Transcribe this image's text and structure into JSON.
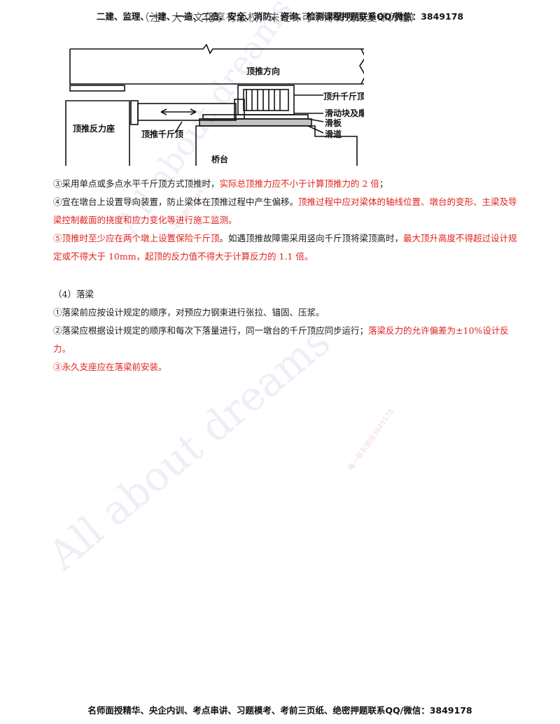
{
  "header": {
    "notice": "（注：大一文化享有版权，未经许可不得转发或复印传播）",
    "ad": "二建、监理、一建、一造、二造、安全、消防、咨询、检测课程押题联系QQ/微信：3849178"
  },
  "figure": {
    "labels": {
      "push_direction": "顶推方向",
      "lift_jack": "顶升千斤顶",
      "slider_pad": "滑动块及摩擦垫",
      "slide_plate": "滑板",
      "slide_track": "滑道",
      "reaction_seat": "顶推反力座",
      "push_jack": "顶推千斤顶",
      "abutment": "桥台"
    }
  },
  "paragraphs": {
    "p3": {
      "a": "③采用单点或多点水平千斤顶方式顶推时，",
      "b": "实际总顶推力应不小于计算顶推力的 2 倍",
      "c": "；"
    },
    "p4": {
      "a": "④宜在墩台上设置导向装置，防止梁体在顶推过程中产生偏移。",
      "b": "顶推过程中应对梁体的轴线位置、墩台的变形、主梁及导梁控制截面的挠度和应力变化等进行施工监测。"
    },
    "p5": {
      "a": "⑤顶推时至少应在两个墩上设置保险千斤顶",
      "b": "。如遇顶推故障需采用竖向千斤顶将梁顶高时，",
      "c": "最大顶升高度不得超过设计规定或不得大于 10mm，起顶的反力值不得大于计算反力的 1.1 倍。"
    }
  },
  "section4": {
    "title": "（4）落梁",
    "i1": "①落梁前应按设计规定的顺序，对预应力钢束进行张拉、锚固、压浆。",
    "i2": {
      "a": "②落梁应根据设计规定的顺序和每次下落量进行，同一墩台的千斤顶应同步运行；",
      "b": "落梁反力的允许偏差为±10%设计反力。"
    },
    "i3": "③永久支座应在落梁前安装。"
  },
  "watermarks": {
    "en": "All about dreams",
    "cn": "唯一联系微信3849178"
  },
  "footer": {
    "text": "名师面授精华、央企内训、考点串讲、习题模考、考前三页纸、绝密押题联系QQ/微信：3849178"
  },
  "colors": {
    "highlight": "#e0231f",
    "body_text": "#1a1a1a"
  }
}
